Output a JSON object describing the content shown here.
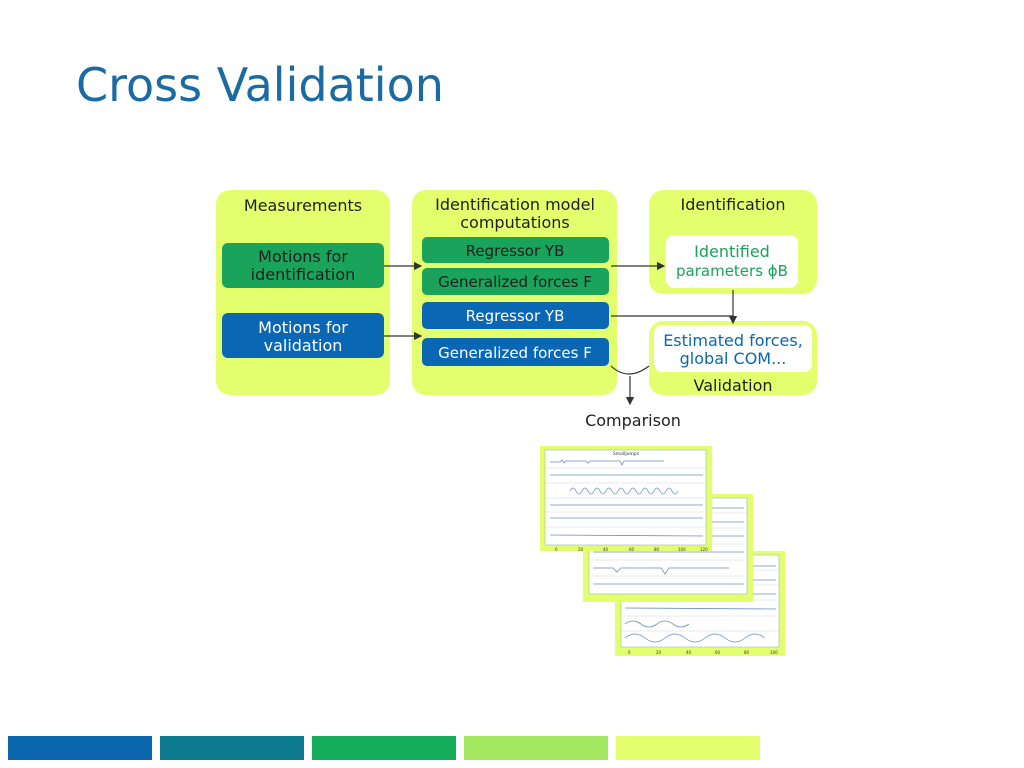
{
  "slide": {
    "title": "Cross Validation"
  },
  "diagram": {
    "panels": {
      "measurements": {
        "title": "Measurements"
      },
      "computations": {
        "title_line1": "Identification model",
        "title_line2": "computations"
      },
      "identification": {
        "title": "Identification"
      },
      "validation": {
        "title": "Validation"
      }
    },
    "boxes": {
      "motions_identification": {
        "line1": "Motions for",
        "line2": "identification"
      },
      "motions_validation": {
        "line1": "Motions for",
        "line2": "validation"
      },
      "regressor_green": {
        "label": "Regressor YB"
      },
      "forces_green": {
        "label": "Generalized forces F"
      },
      "regressor_blue": {
        "label": "Regressor YB"
      },
      "forces_blue": {
        "label": "Generalized forces F"
      },
      "identified_params": {
        "line1": "Identified",
        "line2": "parameters ϕB"
      },
      "estimated_forces": {
        "line1": "Estimated forces,",
        "line2": "global COM..."
      }
    },
    "comparison_label": "Comparison",
    "thumbnail_title": "SmallJumps",
    "thumb1_axis": [
      "0",
      "20",
      "40",
      "60",
      "80",
      "100",
      "120"
    ],
    "thumb3_axis": [
      "0",
      "20",
      "40",
      "60",
      "80",
      "100"
    ]
  },
  "colors": {
    "title": "#1a6aa3",
    "panel_bg": "#e4ff6e",
    "green_box": "#1aa35a",
    "blue_box": "#0a67b3",
    "footer": [
      "#0a67ad",
      "#0e7a8f",
      "#14ad5c",
      "#a5e862",
      "#e4ff6e"
    ]
  }
}
